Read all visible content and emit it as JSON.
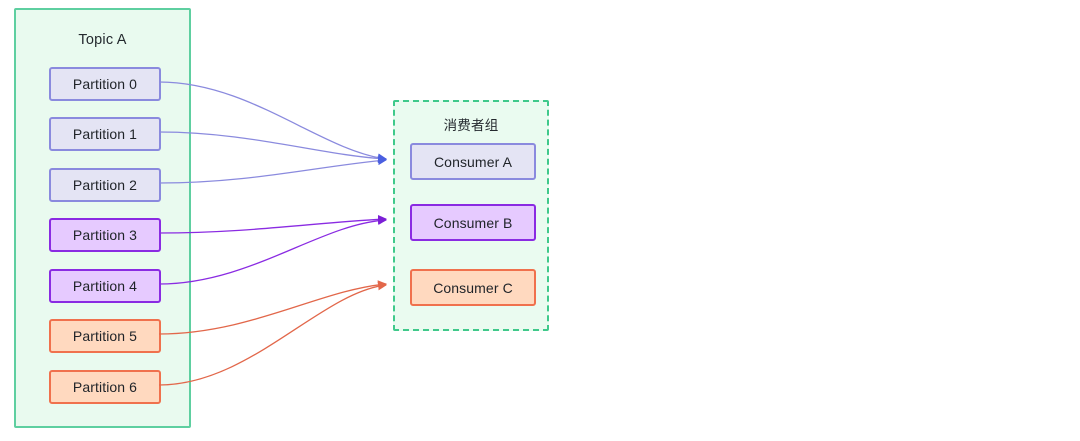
{
  "diagram": {
    "title_topic": "Topic A",
    "title_consumer_group": "消费者组",
    "colors": {
      "topic_border": "#5ecfa0",
      "topic_fill": "#e9faef",
      "group_border": "#3fc98b",
      "group_fill": "#eafbf0",
      "blue_border": "#8a8ade",
      "blue_fill": "#e4e4f4",
      "purple_border": "#8a2be2",
      "purple_fill": "#e6caff",
      "orange_border": "#f0714d",
      "orange_fill": "#ffd9bf"
    }
  },
  "topic": {
    "label": "Topic A",
    "partitions": [
      {
        "label": "Partition 0",
        "color": "blue"
      },
      {
        "label": "Partition 1",
        "color": "blue"
      },
      {
        "label": "Partition 2",
        "color": "blue"
      },
      {
        "label": "Partition 3",
        "color": "purple"
      },
      {
        "label": "Partition 4",
        "color": "purple"
      },
      {
        "label": "Partition 5",
        "color": "orange"
      },
      {
        "label": "Partition 6",
        "color": "orange"
      }
    ]
  },
  "consumer_group": {
    "label": "消费者组",
    "consumers": [
      {
        "label": "Consumer A",
        "color": "blue"
      },
      {
        "label": "Consumer B",
        "color": "purple"
      },
      {
        "label": "Consumer C",
        "color": "orange"
      }
    ]
  },
  "edges": [
    {
      "from": "Partition 0",
      "to": "Consumer A",
      "color": "#8a8ade"
    },
    {
      "from": "Partition 1",
      "to": "Consumer A",
      "color": "#8a8ade"
    },
    {
      "from": "Partition 2",
      "to": "Consumer A",
      "color": "#8a8ade"
    },
    {
      "from": "Partition 3",
      "to": "Consumer B",
      "color": "#8a2be2"
    },
    {
      "from": "Partition 4",
      "to": "Consumer B",
      "color": "#8a2be2"
    },
    {
      "from": "Partition 5",
      "to": "Consumer C",
      "color": "#e2674a"
    },
    {
      "from": "Partition 6",
      "to": "Consumer C",
      "color": "#e2674a"
    }
  ]
}
